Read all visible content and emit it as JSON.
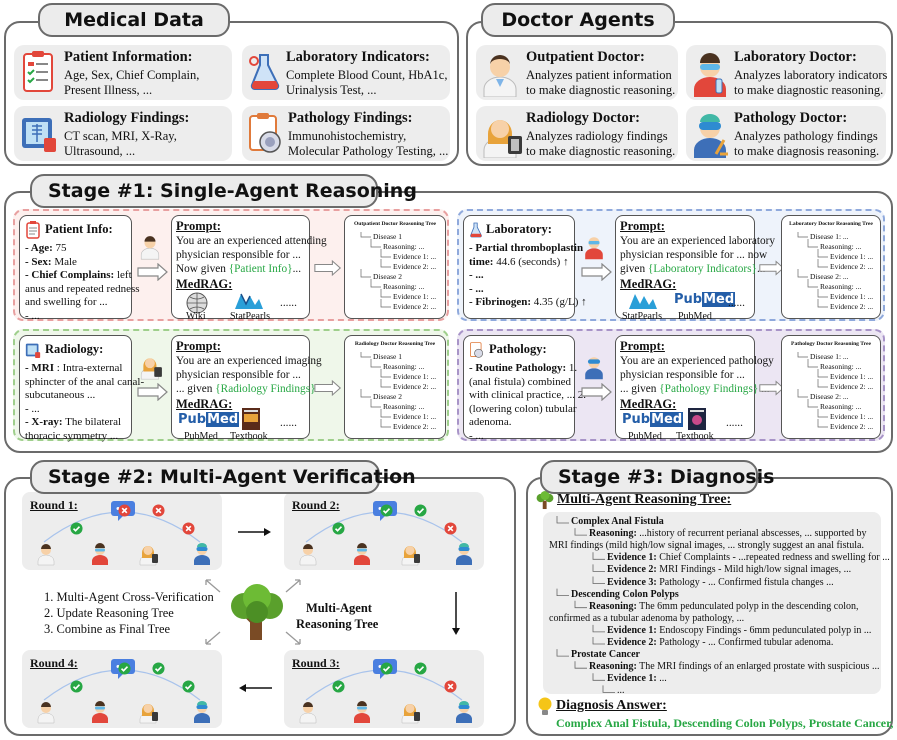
{
  "medical_data": {
    "title": "Medical Data",
    "items": [
      {
        "title": "Patient Information:",
        "lines": [
          "Age, Sex, Chief Complain,",
          "Present Illness, ..."
        ]
      },
      {
        "title": "Laboratory Indicators:",
        "lines": [
          "Complete Blood Count, HbA1c,",
          "Urinalysis Test, ..."
        ]
      },
      {
        "title": "Radiology Findings:",
        "lines": [
          "CT scan, MRI, X-Ray,",
          "Ultrasound, ..."
        ]
      },
      {
        "title": "Pathology Findings:",
        "lines": [
          "Immunohistochemistry,",
          "Molecular Pathology Testing, ..."
        ]
      }
    ]
  },
  "doctor_agents": {
    "title": "Doctor Agents",
    "items": [
      {
        "title": "Outpatient Doctor:",
        "lines": [
          "Analyzes patient information",
          "to make diagnostic reasoning."
        ]
      },
      {
        "title": "Laboratory Doctor:",
        "lines": [
          "Analyzes laboratory indicators",
          "to make diagnostic reasoning."
        ]
      },
      {
        "title": "Radiology Doctor:",
        "lines": [
          "Analyzes radiology findings",
          "to make diagnostic reasoning."
        ]
      },
      {
        "title": "Pathology Doctor:",
        "lines": [
          "Analyzes pathology findings",
          "to make diagnosis reasoning."
        ]
      }
    ]
  },
  "stage1": {
    "title": "Stage #1: Single-Agent Reasoning",
    "prompt_label": "Prompt:",
    "medrag_label": "MedRAG:",
    "more": "......",
    "patient": {
      "heading": "Patient Info:",
      "lines": [
        {
          "b": "- Age:",
          "t": " 75"
        },
        {
          "b": "- Sex:",
          "t": " Male"
        },
        {
          "b": "- Chief Complains:",
          "t": " left"
        },
        {
          "b": "",
          "t": "anus and repeated redness"
        },
        {
          "b": "",
          "t": "and swelling for ..."
        },
        {
          "b": "",
          "t": "- ..."
        }
      ],
      "prompt_lines": [
        "You are an experienced attending",
        "physician responsible for ...",
        "Now given "
      ],
      "prompt_var": "{Patient Info}",
      "prompt_tail": "...",
      "sources": [
        "Wiki",
        "StatPearls"
      ],
      "tree_title": "Outpatient Doctor Reasoning Tree",
      "tree": [
        "Disease 1",
        "Reasoning: ...",
        "Evidence 1: ...",
        "Evidence 2: ...",
        "Disease 2",
        "Reasoning: ...",
        "Evidence 1: ...",
        "Evidence 2: ..."
      ]
    },
    "laboratory": {
      "heading": "Laboratory:",
      "lines": [
        {
          "b": "- Partial thromboplastin",
          "t": ""
        },
        {
          "b": "time:",
          "t": " 44.6 (seconds) ↑"
        },
        {
          "b": "- ...",
          "t": ""
        },
        {
          "b": "- ...",
          "t": ""
        },
        {
          "b": "- Fibrinogen:",
          "t": " 4.35 (g/L) ↑"
        }
      ],
      "prompt_lines": [
        "You are an experienced laboratory",
        "physician responsible for ... now",
        "given "
      ],
      "prompt_var": "{Laboratory Indicators}",
      "prompt_tail": "...",
      "sources": [
        "StatPearls",
        "PubMed"
      ],
      "tree_title": "Laboratory Doctor Reasoning Tree",
      "tree": [
        "Disease 1: ...",
        "Reasoning: ...",
        "Evidence 1: ...",
        "Evidence 2: ...",
        "Disease 2: ...",
        "Reasoning: ...",
        "Evidence 1: ...",
        "Evidence 2: ..."
      ]
    },
    "radiology": {
      "heading": "Radiology:",
      "lines": [
        {
          "b": "- MRI",
          "t": " : Intra-external"
        },
        {
          "b": "",
          "t": "sphincter of the anal canal-"
        },
        {
          "b": "",
          "t": "subcutaneous ..."
        },
        {
          "b": "",
          "t": "- ..."
        },
        {
          "b": "- X-ray:",
          "t": "  The bilateral"
        },
        {
          "b": "",
          "t": "thoracic symmetry ..."
        }
      ],
      "prompt_lines": [
        "You are an experienced imaging",
        "physician responsible for ...",
        "... given "
      ],
      "prompt_var": "{Radiology Findings}",
      "prompt_tail": " ...",
      "sources": [
        "PubMed",
        "Textbook"
      ],
      "tree_title": "Radiology Doctor Reasoning Tree",
      "tree": [
        "Disease 1",
        "Reasoning: ...",
        "Evidence 1: ...",
        "Evidence 2: ...",
        "Disease 2",
        "Reasoning: ...",
        "Evidence 1: ...",
        "Evidence 2: ..."
      ]
    },
    "pathology": {
      "heading": "Pathology:",
      "lines": [
        {
          "b": "- Routine Pathology:",
          "t": " 1."
        },
        {
          "b": "",
          "t": "(anal fistula) combined"
        },
        {
          "b": "",
          "t": "with clinical practice, ... 2."
        },
        {
          "b": "",
          "t": "(lowering colon) tubular"
        },
        {
          "b": "",
          "t": "adenoma."
        },
        {
          "b": "",
          "t": "- ..."
        }
      ],
      "prompt_lines": [
        "You are an experienced pathology",
        "physician responsible for ...",
        "... given "
      ],
      "prompt_var": "{Pathology Findings}",
      "prompt_tail": " ...",
      "sources": [
        "PubMed",
        "Textbook"
      ],
      "tree_title": "Pathology Doctor Reasoning Tree",
      "tree": [
        "Disease 1: ...",
        "Reasoning: ...",
        "Evidence 1: ...",
        "Evidence 2: ...",
        "Disease 2: ...",
        "Reasoning: ...",
        "Evidence 1: ...",
        "Evidence 2: ..."
      ]
    }
  },
  "stage2": {
    "title": "Stage #2: Multi-Agent Verification",
    "rounds": [
      {
        "label": "Round 1:",
        "marks": [
          "check",
          "cross",
          "cross",
          "cross"
        ]
      },
      {
        "label": "Round 2:",
        "marks": [
          "check",
          "check",
          "check",
          "cross"
        ]
      },
      {
        "label": "Round 3:",
        "marks": [
          "check",
          "check",
          "check",
          "cross"
        ]
      },
      {
        "label": "Round 4:",
        "marks": [
          "check",
          "check",
          "check",
          "check"
        ]
      }
    ],
    "steps": [
      "1. Multi-Agent Cross-Verification",
      "2. Update Reasoning Tree",
      "3. Combine as Final Tree"
    ],
    "center_label": [
      "Multi-Agent",
      "Reasoning Tree"
    ]
  },
  "stage3": {
    "title": "Stage #3: Diagnosis",
    "tree_heading": "Multi-Agent Reasoning Tree:",
    "tree_lines": [
      {
        "indent": 0,
        "label": "Complex Anal Fistula",
        "text": ""
      },
      {
        "indent": 1,
        "label": "Reasoning:",
        "text": " ...history of recurrent perianal abscesses, ... supported by"
      },
      {
        "indent": -1,
        "label": "",
        "text": "MRI findings (mild high/low signal images, ... strongly suggest an anal fistula."
      },
      {
        "indent": 2,
        "label": "Evidence 1:",
        "text": " Chief Complaints - ...repeated redness and swelling for ..."
      },
      {
        "indent": 2,
        "label": "Evidence 2:",
        "text": " MRI Findings - Mild high/low signal images, ..."
      },
      {
        "indent": 2,
        "label": "Evidence 3:",
        "text": " Pathology - ... Confirmed fistula changes ..."
      },
      {
        "indent": 0,
        "label": "Descending Colon Polyps",
        "text": ""
      },
      {
        "indent": 1,
        "label": "Reasoning:",
        "text": " The 6mm pedunculated polyp in the descending colon,"
      },
      {
        "indent": -1,
        "label": "",
        "text": "confirmed as a tubular adenoma by pathology, ..."
      },
      {
        "indent": 2,
        "label": "Evidence 1:",
        "text": " Endoscopy Findings - 6mm pedunculated polyp in ..."
      },
      {
        "indent": 2,
        "label": "Evidence 2:",
        "text": " Pathology - ... Confirmed tubular adenoma."
      },
      {
        "indent": 0,
        "label": "Prostate Cancer",
        "text": ""
      },
      {
        "indent": 1,
        "label": "Reasoning:",
        "text": " The MRI findings of an enlarged prostate with suspicious ..."
      },
      {
        "indent": 2,
        "label": "Evidence 1:",
        "text": " ..."
      },
      {
        "indent": 3,
        "label": "",
        "text": "..."
      }
    ],
    "answer_heading": "Diagnosis Answer:",
    "answer": "Complex Anal Fistula, Descending Colon Polyps, Prostate Cancer, ..."
  },
  "colors": {
    "patient_border": "#e8a0a0",
    "patient_bg": "#fdf0ee",
    "lab_border": "#8fa9dc",
    "lab_bg": "#eef3fb",
    "rad_border": "#9fcf8c",
    "rad_bg": "#eff7ea",
    "path_border": "#a894c8",
    "path_bg": "#ece6f3",
    "green": "#27a744",
    "red": "#e2473b",
    "chat": "#4a7fe0"
  }
}
